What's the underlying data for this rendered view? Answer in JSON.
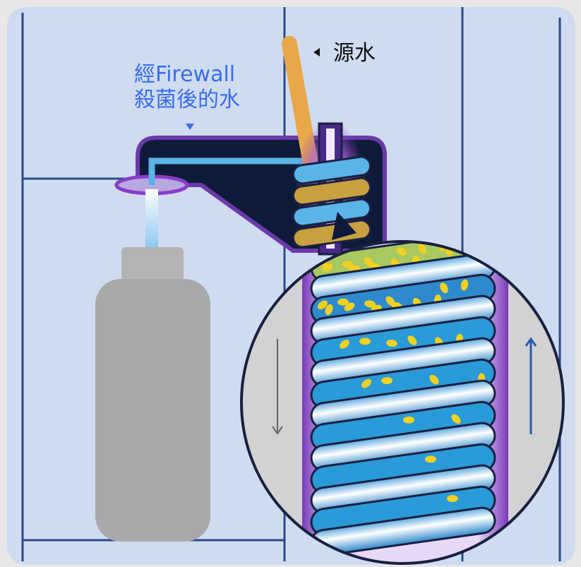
{
  "labels": {
    "filtered_line1": "經Firewall",
    "filtered_line2": "殺菌後的水",
    "source": "源水"
  },
  "colors": {
    "panel": "#cfdcf0",
    "frame_line": "#2a4a8a",
    "filtered_text": "#3a6cf0",
    "source_tube": "#e8a84a",
    "dispenser": "#0e1a3a",
    "bottle": "#a9a9a9",
    "uv_glow": "#8a3cc8"
  }
}
